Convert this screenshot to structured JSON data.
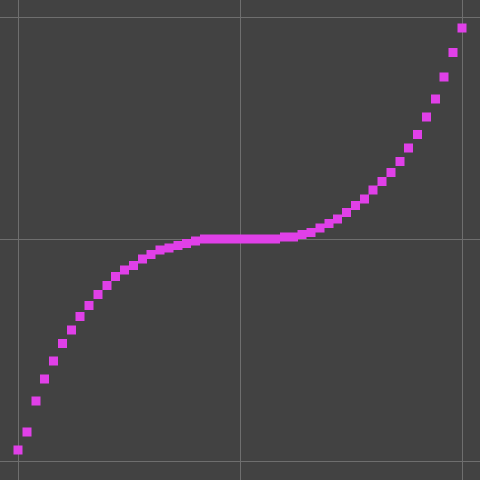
{
  "chart_data": {
    "type": "scatter",
    "marker": "square",
    "color": "#e040e8",
    "background": "#424242",
    "grid": true,
    "grid_color": "#6e6e6e",
    "xlim": [
      -1,
      1
    ],
    "ylim": [
      -1,
      1
    ],
    "gridlines_x": [
      -1,
      0,
      1
    ],
    "gridlines_y": [
      -1,
      0,
      1
    ],
    "x": [
      -1.0,
      -0.96,
      -0.92,
      -0.88,
      -0.84,
      -0.8,
      -0.76,
      -0.72,
      -0.68,
      -0.64,
      -0.6,
      -0.56,
      -0.52,
      -0.48,
      -0.44,
      -0.4,
      -0.36,
      -0.32,
      -0.28,
      -0.24,
      -0.2,
      -0.16,
      -0.12,
      -0.08,
      -0.04,
      0.0,
      0.04,
      0.08,
      0.12,
      0.16,
      0.2,
      0.24,
      0.28,
      0.32,
      0.36,
      0.4,
      0.44,
      0.48,
      0.52,
      0.56,
      0.6,
      0.64,
      0.68,
      0.72,
      0.76,
      0.8,
      0.84,
      0.88,
      0.92,
      0.96,
      1.0
    ],
    "y": [
      -0.95,
      -0.87,
      -0.73,
      -0.63,
      -0.55,
      -0.47,
      -0.41,
      -0.35,
      -0.3,
      -0.25,
      -0.21,
      -0.17,
      -0.14,
      -0.12,
      -0.09,
      -0.07,
      -0.05,
      -0.04,
      -0.03,
      -0.02,
      -0.01,
      0.0,
      0.0,
      0.0,
      0.0,
      0.0,
      0.0,
      0.0,
      0.0,
      0.0,
      0.01,
      0.01,
      0.02,
      0.03,
      0.05,
      0.07,
      0.09,
      0.12,
      0.15,
      0.18,
      0.22,
      0.26,
      0.3,
      0.35,
      0.41,
      0.47,
      0.55,
      0.63,
      0.73,
      0.84,
      0.95
    ]
  }
}
